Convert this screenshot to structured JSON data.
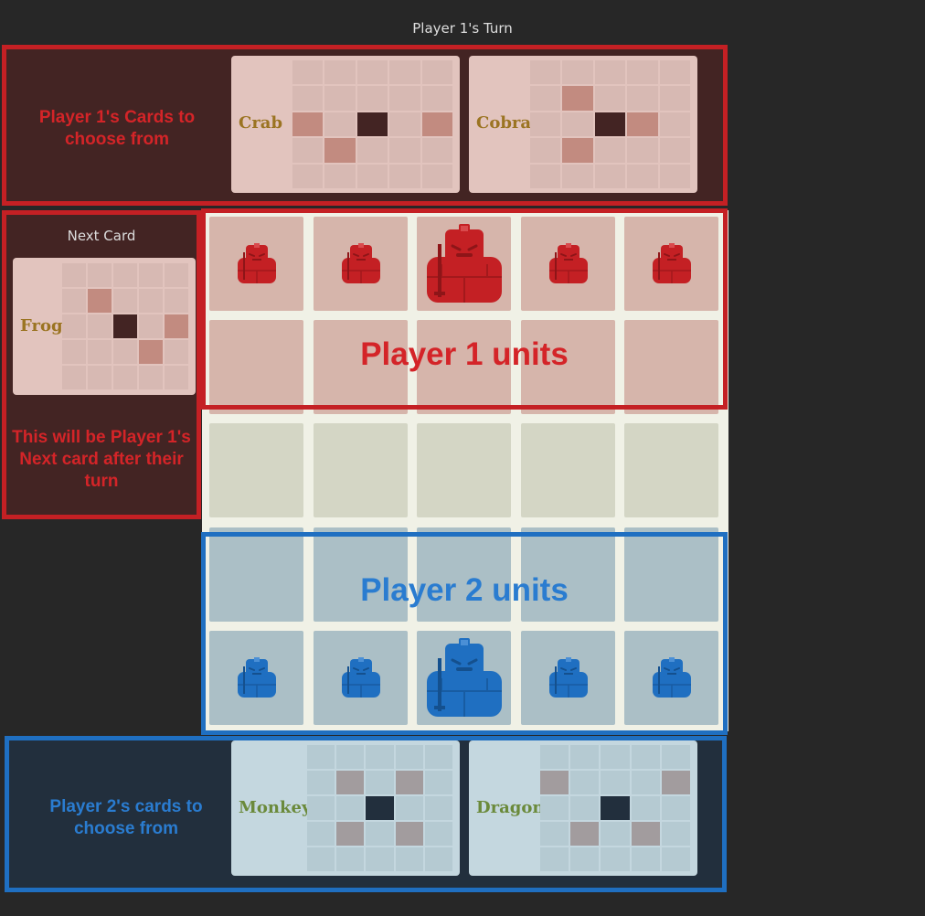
{
  "header": {
    "turn_text": "Player 1's Turn"
  },
  "player1": {
    "color": "#c42024",
    "cards_label": "Player 1's Cards to choose from",
    "units_label": "Player 1 units",
    "next_card_title": "Next Card",
    "next_card_note": "This will be Player 1's Next card after their turn",
    "cards": [
      {
        "name": "Crab",
        "moves": [
          [
            2,
            0
          ],
          [
            3,
            1
          ],
          [
            2,
            4
          ]
        ]
      },
      {
        "name": "Cobra",
        "moves": [
          [
            1,
            1
          ],
          [
            2,
            3
          ],
          [
            3,
            1
          ]
        ]
      }
    ],
    "next_card": {
      "name": "Frog",
      "moves": [
        [
          1,
          1
        ],
        [
          2,
          4
        ],
        [
          3,
          3
        ]
      ]
    }
  },
  "player2": {
    "color": "#1f6fc1",
    "cards_label": "Player 2's cards to choose from",
    "units_label": "Player 2 units",
    "cards": [
      {
        "name": "Monkey",
        "moves": [
          [
            1,
            1
          ],
          [
            1,
            3
          ],
          [
            3,
            1
          ],
          [
            3,
            3
          ]
        ]
      },
      {
        "name": "Dragon",
        "moves": [
          [
            1,
            0
          ],
          [
            1,
            4
          ],
          [
            3,
            1
          ],
          [
            3,
            3
          ]
        ]
      }
    ]
  },
  "board": {
    "rows": 5,
    "cols": 5,
    "pieces": [
      {
        "row": 0,
        "col": 0,
        "owner": "player1",
        "type": "student"
      },
      {
        "row": 0,
        "col": 1,
        "owner": "player1",
        "type": "student"
      },
      {
        "row": 0,
        "col": 2,
        "owner": "player1",
        "type": "master"
      },
      {
        "row": 0,
        "col": 3,
        "owner": "player1",
        "type": "student"
      },
      {
        "row": 0,
        "col": 4,
        "owner": "player1",
        "type": "student"
      },
      {
        "row": 4,
        "col": 0,
        "owner": "player2",
        "type": "student"
      },
      {
        "row": 4,
        "col": 1,
        "owner": "player2",
        "type": "student"
      },
      {
        "row": 4,
        "col": 2,
        "owner": "player2",
        "type": "master"
      },
      {
        "row": 4,
        "col": 3,
        "owner": "player2",
        "type": "student"
      },
      {
        "row": 4,
        "col": 4,
        "owner": "player2",
        "type": "student"
      }
    ]
  },
  "colors": {
    "background": "#272727",
    "p1_piece": "#c42024",
    "p2_piece": "#1f6fc1"
  }
}
